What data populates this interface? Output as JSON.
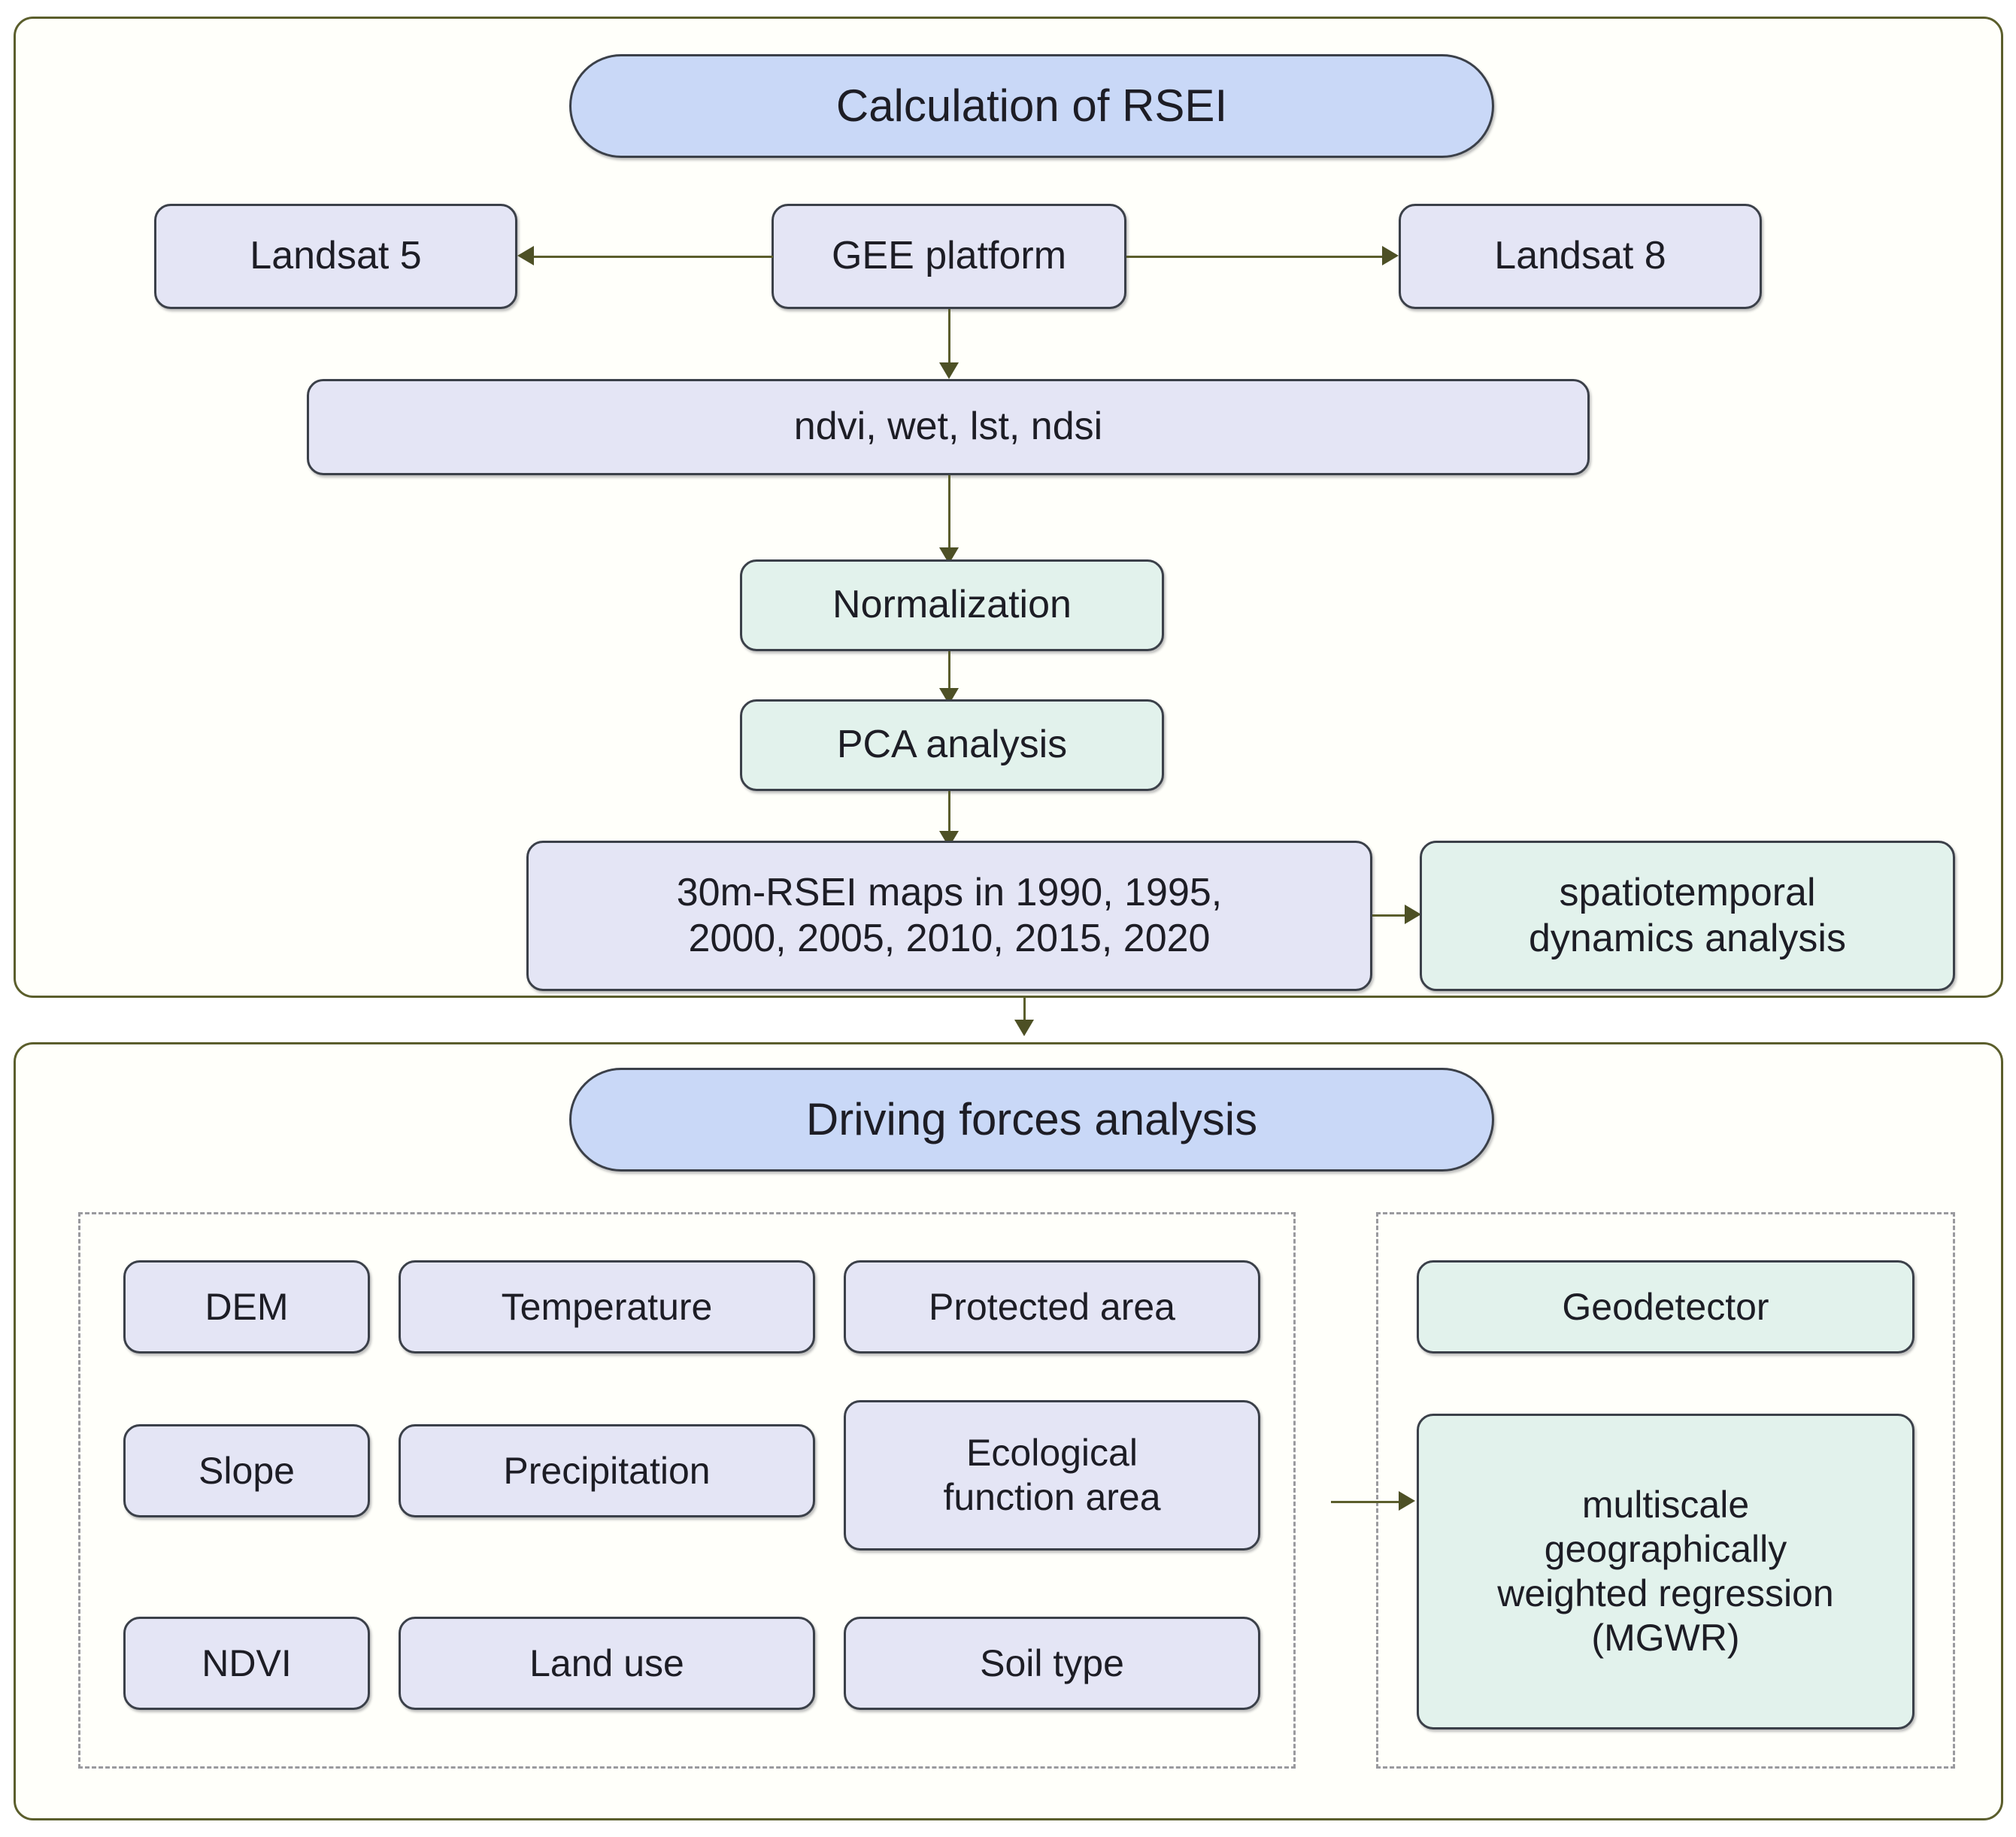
{
  "diagram": {
    "title": "Calculation of RSEI and Driving forces analysis workflow",
    "colors": {
      "header_pill": "#c9d8f7",
      "data_box": "#e4e5f5",
      "method_box": "#e2f2ec",
      "panel_border": "#5b5e2c",
      "node_border": "#3b4049",
      "connector": "#5b5e2c",
      "dashed_group": "#9a9a9e"
    }
  },
  "panel_calculation": {
    "header": "Calculation of RSEI",
    "nodes": {
      "landsat5": "Landsat 5",
      "gee": "GEE platform",
      "landsat8": "Landsat 8",
      "indices": "ndvi, wet, lst, ndsi",
      "normalization": "Normalization",
      "pca": "PCA analysis",
      "rsei_maps": "30m-RSEI maps in 1990, 1995,\n2000, 2005, 2010, 2015, 2020",
      "spatiotemporal": "spatiotemporal\ndynamics analysis"
    }
  },
  "panel_driving": {
    "header": "Driving forces analysis",
    "factors_group": {
      "rows": [
        [
          {
            "label": "DEM"
          },
          {
            "label": "Temperature"
          },
          {
            "label": "Protected area"
          }
        ],
        [
          {
            "label": "Slope"
          },
          {
            "label": "Precipitation"
          },
          {
            "label": "Ecological\nfunction area"
          }
        ],
        [
          {
            "label": "NDVI"
          },
          {
            "label": "Land use"
          },
          {
            "label": "Soil type"
          }
        ]
      ]
    },
    "methods_group": {
      "items": [
        {
          "label": "Geodetector"
        },
        {
          "label": "multiscale\ngeographically\nweighted regression\n(MGWR)"
        }
      ]
    }
  }
}
